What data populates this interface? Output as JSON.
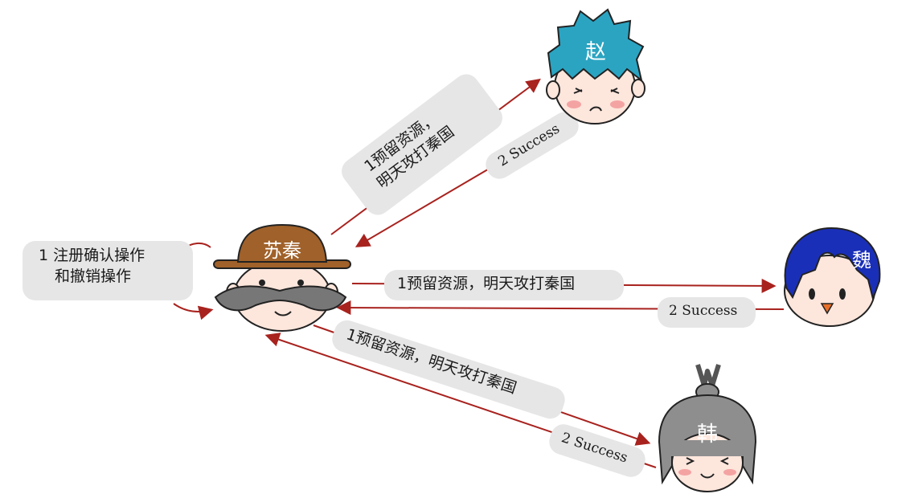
{
  "colors": {
    "arrow": "#a8221e",
    "bubble": "#e6e6e6",
    "hat": "#a0612a",
    "mustache": "#777777",
    "zhao_hair": "#2ba4c2",
    "wei_hair": "#1a2fb8",
    "han_hair": "#8e8e8e",
    "skin": "#fde6dc",
    "blush": "#f4a3a3"
  },
  "characters": {
    "suqin": "苏秦",
    "zhao": "赵",
    "wei": "魏",
    "han": "韩"
  },
  "labels": {
    "register": [
      "1 注册确认操作",
      "和撤销操作"
    ],
    "zhao_request": [
      "1预留资源，",
      "明天攻打秦国"
    ],
    "zhao_response": "2 Success",
    "wei_request": "1预留资源，明天攻打秦国",
    "wei_response": "2 Success",
    "han_request": "1预留资源，明天攻打秦国",
    "han_response": "2 Success"
  }
}
